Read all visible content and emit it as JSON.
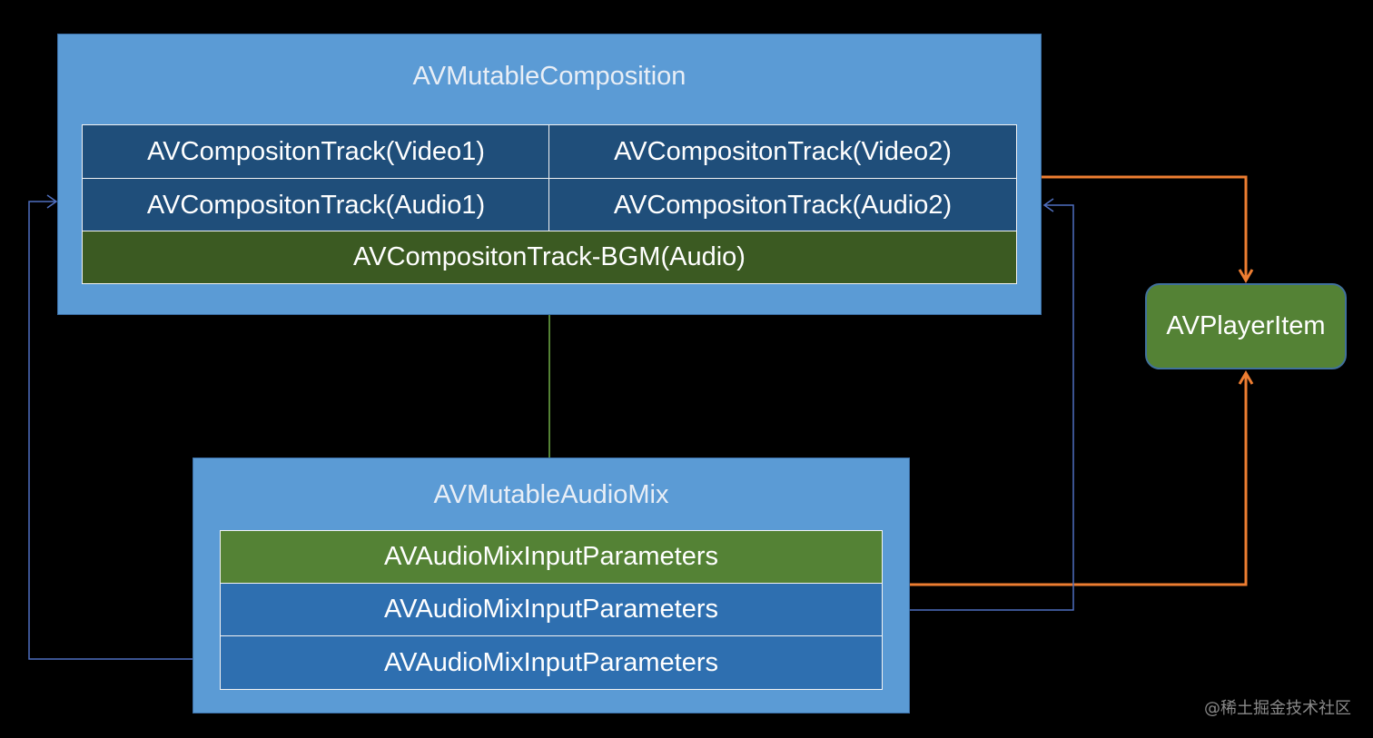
{
  "composition": {
    "title": "AVMutableComposition",
    "tracks": [
      {
        "label": "AVCompositonTrack(Video1)"
      },
      {
        "label": "AVCompositonTrack(Video2)"
      },
      {
        "label": "AVCompositonTrack(Audio1)"
      },
      {
        "label": "AVCompositonTrack(Audio2)"
      },
      {
        "label": "AVCompositonTrack-BGM(Audio)"
      }
    ]
  },
  "audio_mix": {
    "title": "AVMutableAudioMix",
    "parameters": [
      {
        "label": "AVAudioMixInputParameters"
      },
      {
        "label": "AVAudioMixInputParameters"
      },
      {
        "label": "AVAudioMixInputParameters"
      }
    ]
  },
  "player_item": {
    "label": "AVPlayerItem"
  },
  "connections": [
    {
      "from": "AVMutableComposition",
      "to": "AVPlayerItem",
      "color": "#ed7d31"
    },
    {
      "from": "AVMutableAudioMix",
      "to": "AVPlayerItem",
      "color": "#ed7d31"
    },
    {
      "from": "AVMutableAudioMix",
      "to": "AVMutableComposition",
      "color": "#4f6fbf"
    },
    {
      "from": "AVAudioMixInputParameters",
      "to": "AVCompositonTrack-BGM(Audio)",
      "color": "#70ad47"
    }
  ],
  "colors": {
    "container": "#5b9bd5",
    "track_blue": "#1f4e7a",
    "track_green": "#3b5a22",
    "param_green": "#548235",
    "param_blue": "#2e6fb0",
    "orange_arrow": "#ed7d31",
    "blue_arrow": "#4f6fbf",
    "green_arrow": "#70ad47"
  },
  "watermark": "@稀土掘金技术社区"
}
